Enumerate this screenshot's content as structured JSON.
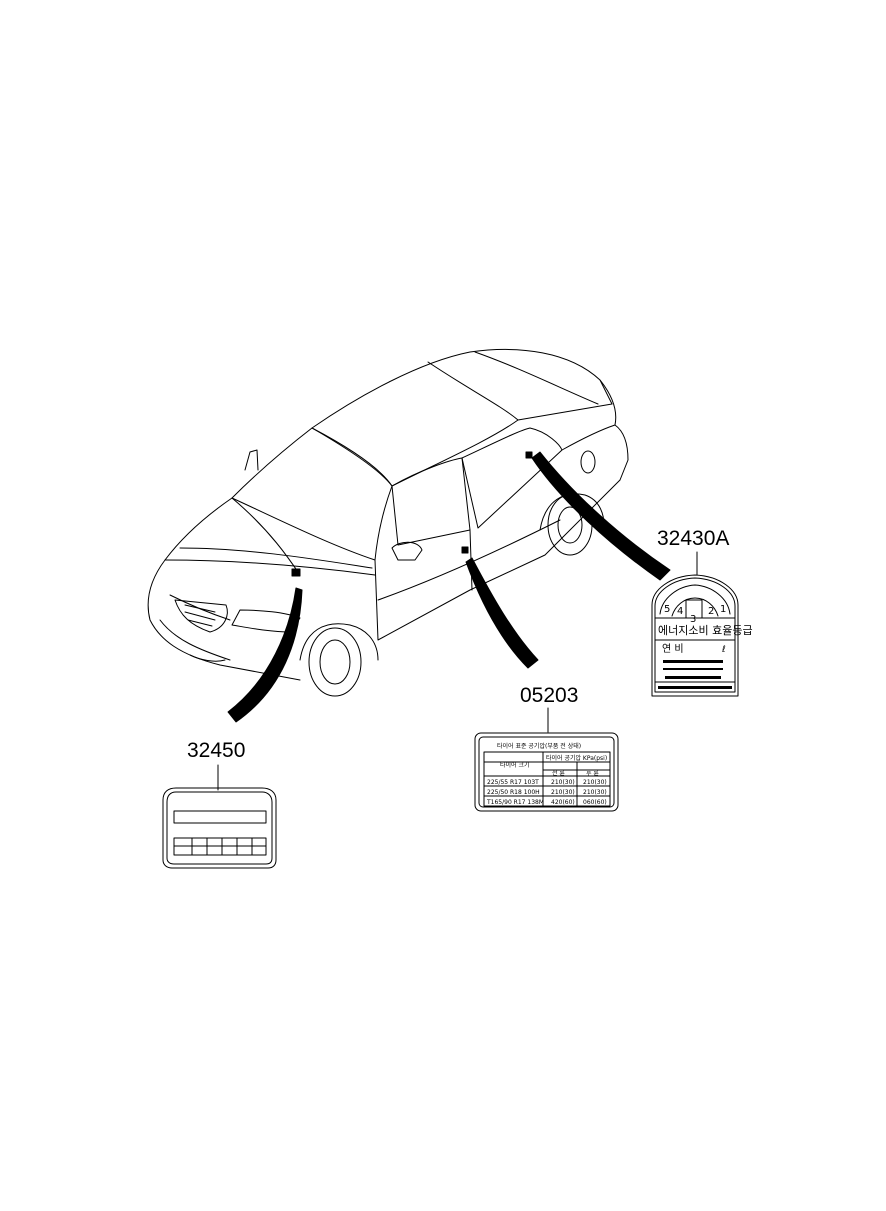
{
  "callouts": {
    "emission_label": "32430A",
    "tire_label": "05203",
    "vin_label": "32450"
  },
  "tire_label_table": {
    "title": "타이어 표준 공기압(부품 전 상태)",
    "header_size": "타이어 크기",
    "header_pressure": "타이어 공기압 KPa(psi)",
    "header_front": "전 륜",
    "header_rear": "후 륜",
    "rows": [
      {
        "size": "225/55 R17 103T",
        "front": "210(30)",
        "rear": "210(30)"
      },
      {
        "size": "225/50 R18 100H",
        "front": "210(30)",
        "rear": "210(30)"
      },
      {
        "size": "T165/90 R17 138M",
        "front": "420(60)",
        "rear": "060(60)"
      }
    ]
  },
  "emission_label_sticker": {
    "heading": "에너지소비 효율등급",
    "grade_marks": [
      "5",
      "4",
      "3",
      "2",
      "1"
    ],
    "sub_label": "연 비",
    "sub_unit": "ℓ"
  },
  "colors": {
    "line": "#000000",
    "background": "#ffffff"
  }
}
